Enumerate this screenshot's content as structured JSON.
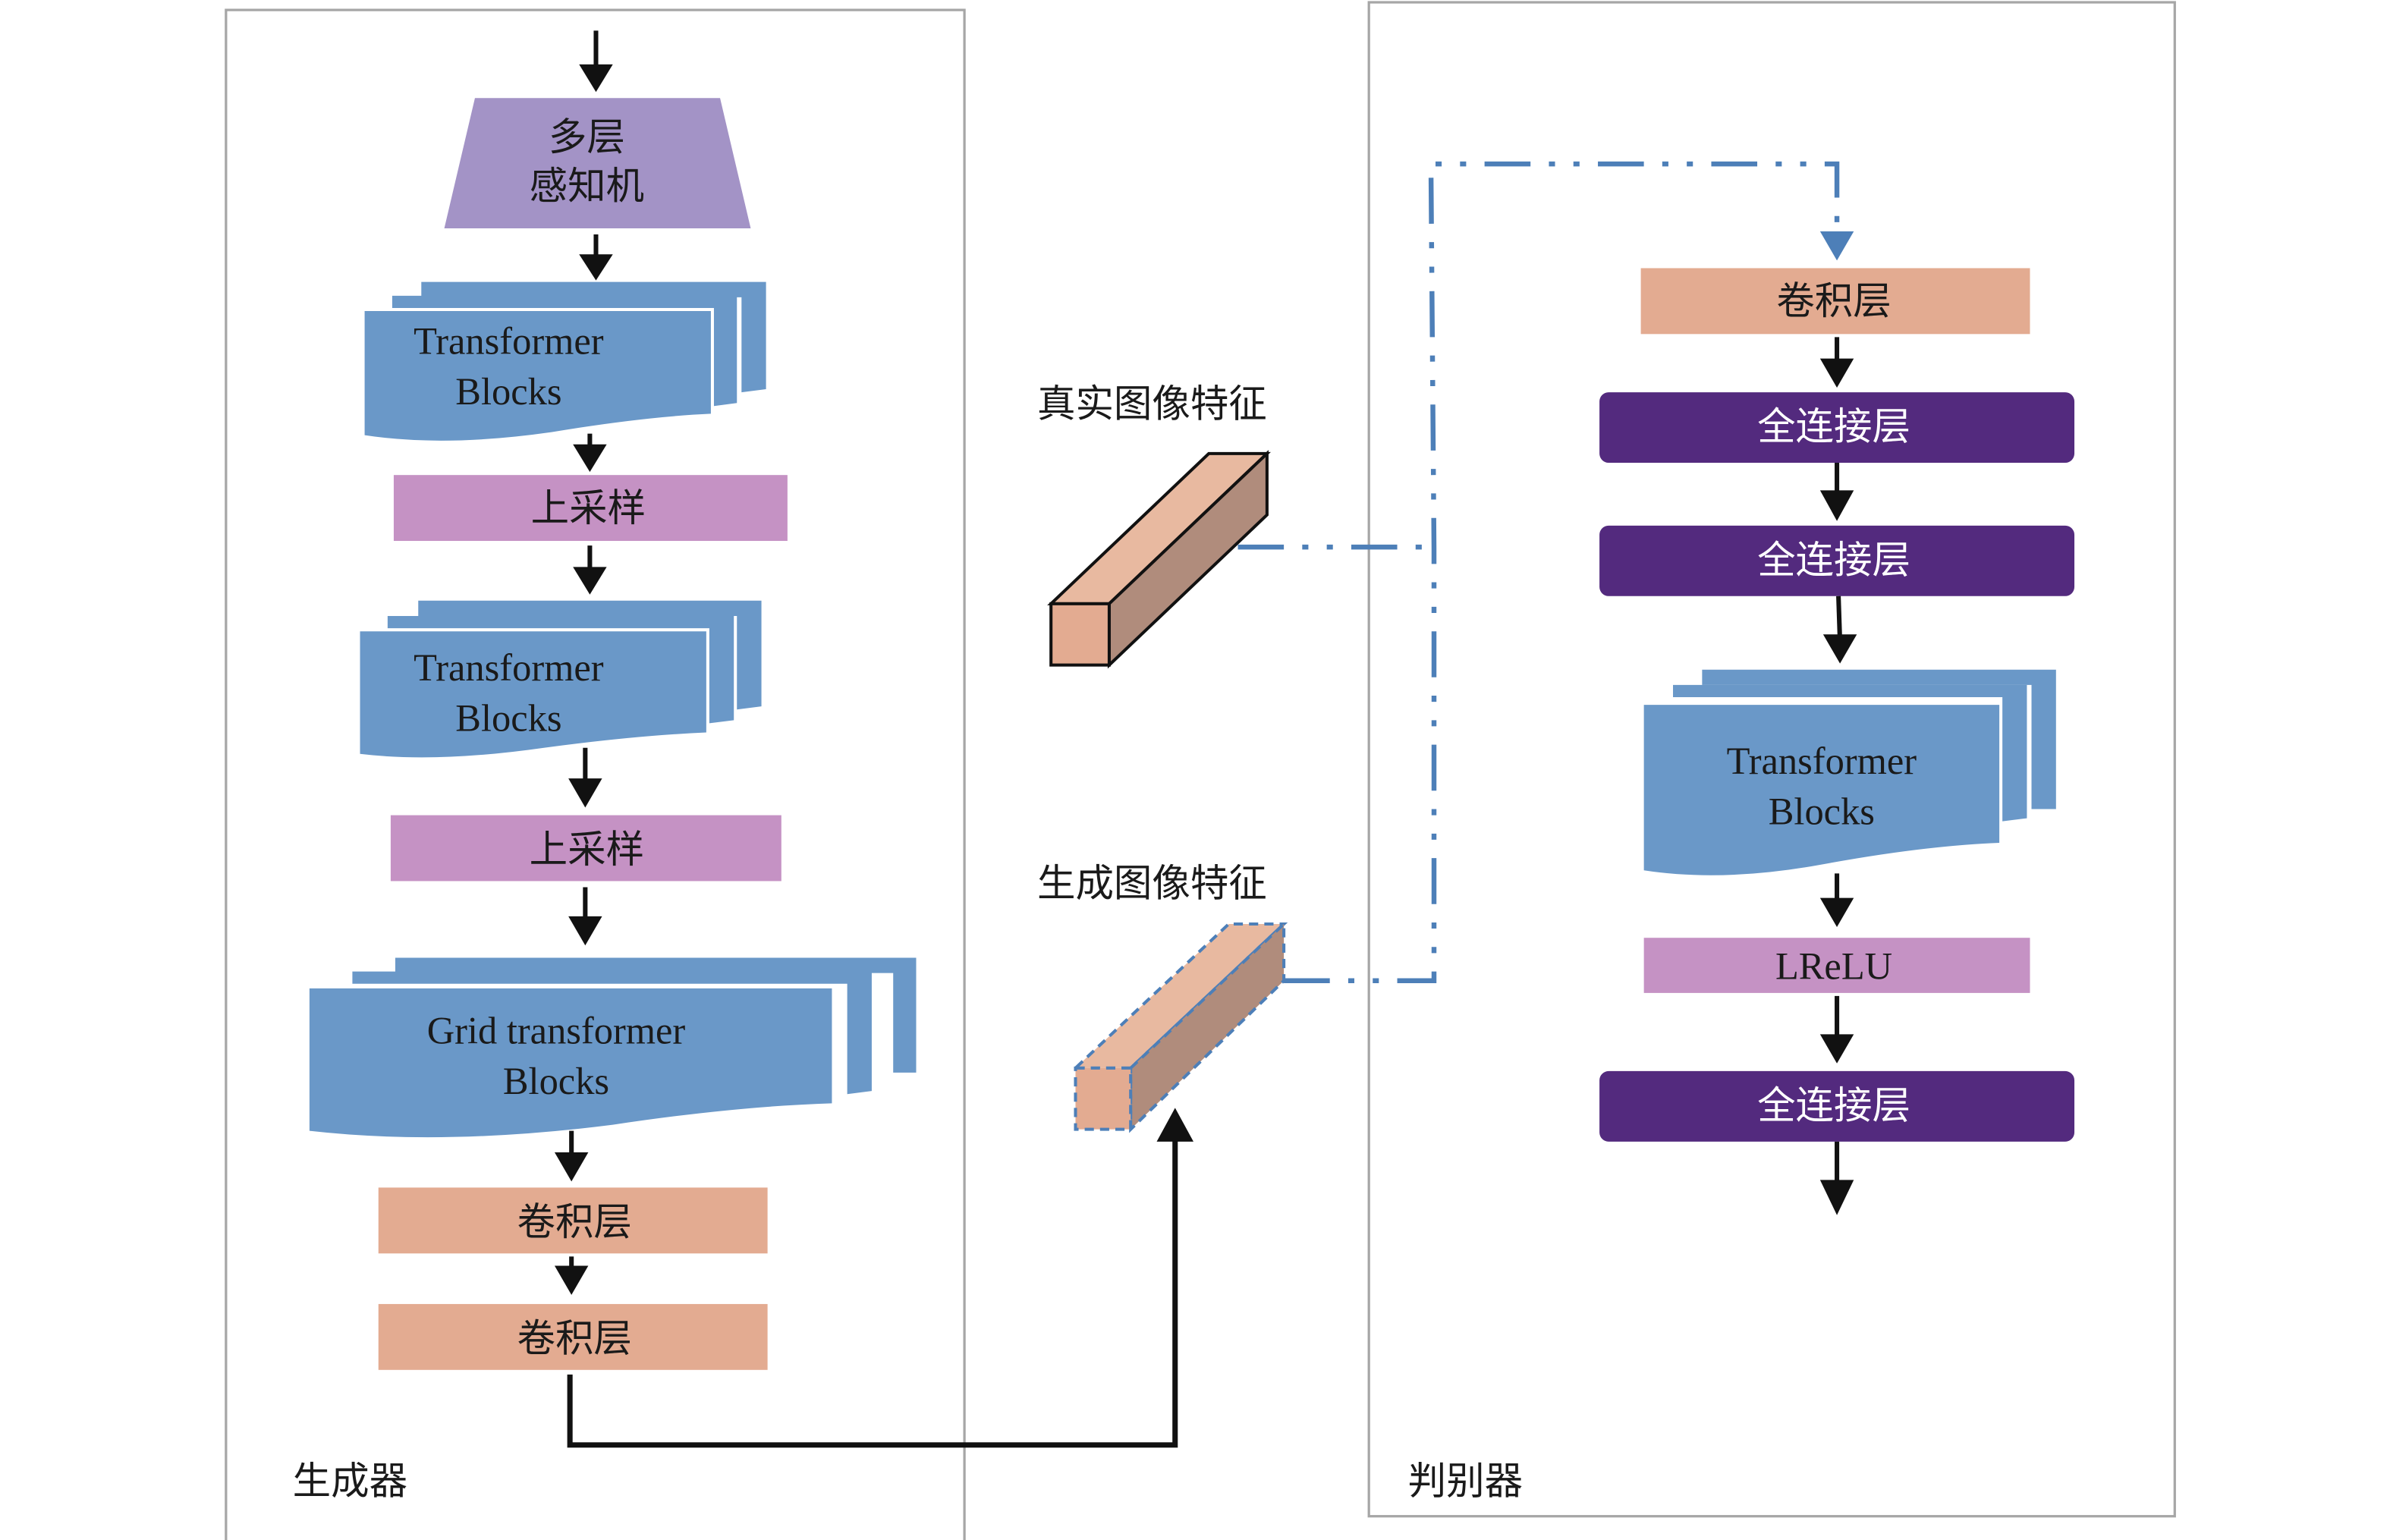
{
  "colors": {
    "mlp": "#a393c6",
    "transformer": "#6a98c8",
    "upsample": "#c592c4",
    "conv": "#e3ab91",
    "fc": "#532a7e",
    "lrelu": "#c592c4",
    "cube_top": "#e8b9a0",
    "cube_side": "#b08c7c",
    "cube_front": "#e3ab91",
    "dashline": "#4d7fb8",
    "arrow": "#111111",
    "panel_border": "#a6a6a6"
  },
  "generator": {
    "label": "生成器",
    "mlp": {
      "line1": "多层",
      "line2": "感知机"
    },
    "transformer1": {
      "line1": "Transformer",
      "line2": "Blocks"
    },
    "upsample1": "上采样",
    "transformer2": {
      "line1": "Transformer",
      "line2": "Blocks"
    },
    "upsample2": "上采样",
    "grid_transformer": {
      "line1": "Grid transformer",
      "line2": "Blocks"
    },
    "conv1": "卷积层",
    "conv2": "卷积层"
  },
  "features": {
    "real": "真实图像特征",
    "generated": "生成图像特征"
  },
  "discriminator": {
    "label": "判别器",
    "conv": "卷积层",
    "fc1": "全连接层",
    "fc2": "全连接层",
    "transformer": {
      "line1": "Transformer",
      "line2": "Blocks"
    },
    "lrelu": "LReLU",
    "fc3": "全连接层"
  }
}
